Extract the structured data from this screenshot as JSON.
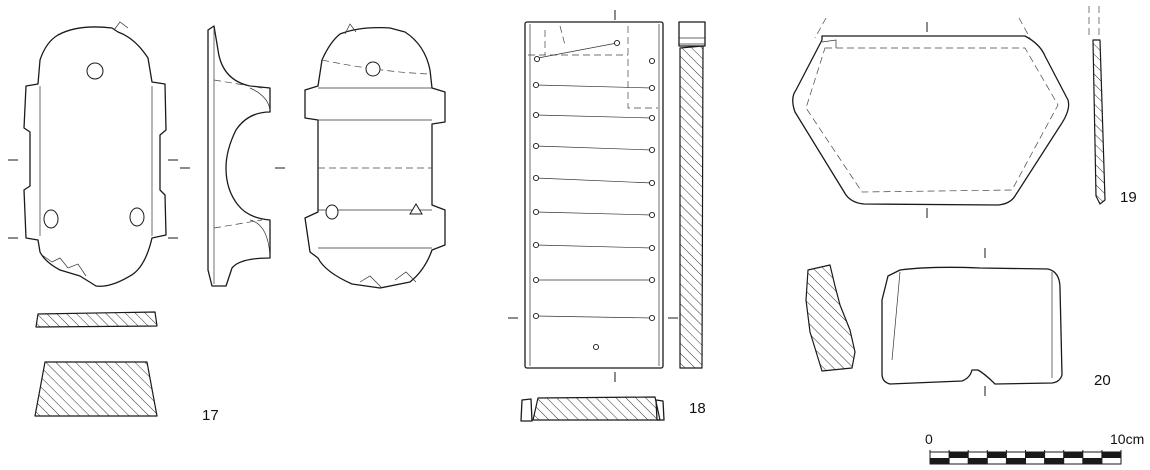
{
  "figure_numbers": {
    "artifact_17": "17",
    "artifact_18": "18",
    "artifact_19": "19",
    "artifact_20": "20"
  },
  "scale_bar": {
    "start_label": "0",
    "end_label": "10cm",
    "segments": 10
  }
}
